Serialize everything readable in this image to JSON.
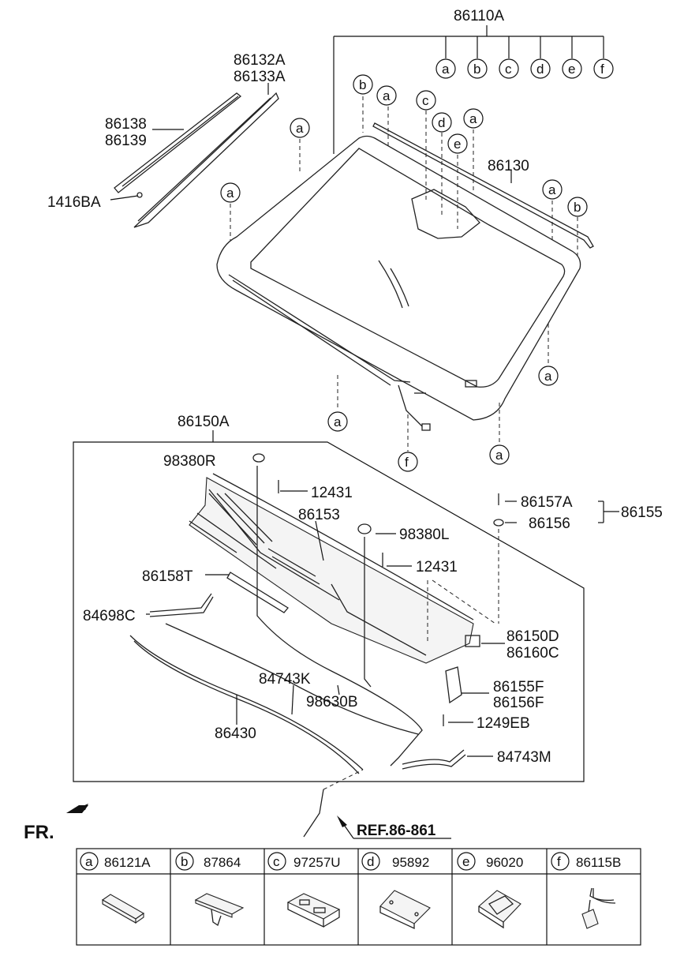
{
  "labels": {
    "windshield_assy": "86110A",
    "molding_1": "86132A",
    "molding_2": "86133A",
    "lower_1": "86138",
    "lower_2": "86139",
    "clip": "1416BA",
    "top_molding": "86130",
    "cowl_assy": "86150A",
    "nozzle_r": "98380R",
    "screw_1": "12431",
    "panel": "86153",
    "nozzle_l": "98380L",
    "screw_2": "12431",
    "seal": "86158T",
    "hose_1": "84698C",
    "hose_2": "84743K",
    "hose_3": "98630B",
    "weatherstrip": "86430",
    "fastener_1": "86157A",
    "fastener_2": "86156",
    "fastener_group": "86155",
    "cap_1": "86150D",
    "cap_2": "86160C",
    "cover_1": "86155F",
    "cover_2": "86156F",
    "bolt": "1249EB",
    "hose_4": "84743M",
    "ref": "REF.86-861",
    "front": "FR."
  },
  "callouts": {
    "a": "a",
    "b": "b",
    "c": "c",
    "d": "d",
    "e": "e",
    "f": "f"
  },
  "legend": [
    {
      "letter": "a",
      "part": "86121A"
    },
    {
      "letter": "b",
      "part": "87864"
    },
    {
      "letter": "c",
      "part": "97257U"
    },
    {
      "letter": "d",
      "part": "95892"
    },
    {
      "letter": "e",
      "part": "96020"
    },
    {
      "letter": "f",
      "part": "86115B"
    }
  ]
}
